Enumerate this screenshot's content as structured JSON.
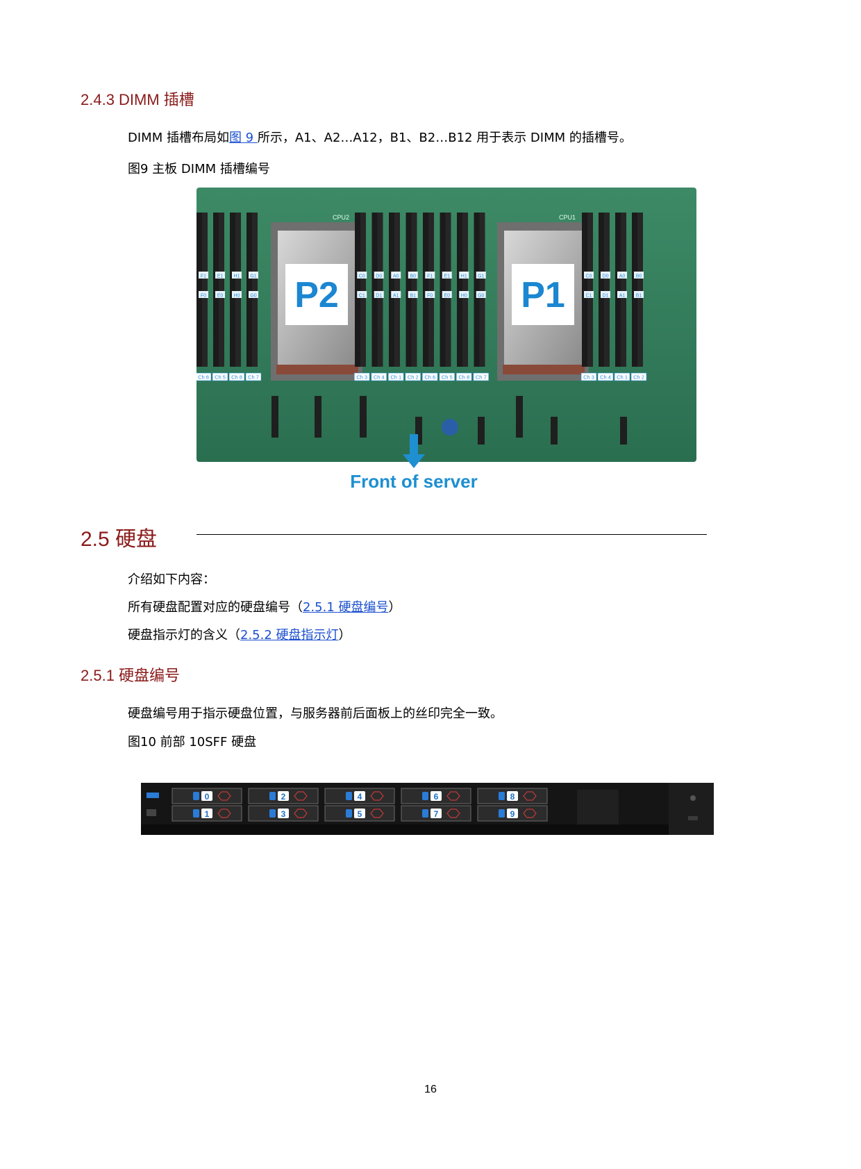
{
  "sec_243": {
    "title": "2.4.3  DIMM 插槽"
  },
  "para_243": {
    "pre": "DIMM 插槽布局如",
    "link": "图 9 ",
    "post": "所示，A1、A2…A12，B1、B2…B12 用于表示 DIMM 的插槽号。"
  },
  "fig9": {
    "caption": "图9 主板 DIMM 插槽编号",
    "cpu_labels": [
      "P2",
      "P1"
    ],
    "cpu_silk": [
      "CPU2",
      "CPU1"
    ],
    "slot_labels": {
      "left_top": [
        "F1",
        "E1",
        "H1",
        "G1"
      ],
      "left_bot": [
        "F0",
        "E0",
        "H0",
        "G0"
      ],
      "mid_top": [
        "C0",
        "D0",
        "A0",
        "B0",
        "F1",
        "E1",
        "H1",
        "G1"
      ],
      "mid_bot": [
        "C1",
        "D1",
        "A1",
        "B1",
        "F0",
        "E0",
        "H0",
        "G0"
      ],
      "right_top": [
        "C0",
        "D0",
        "A0",
        "B0"
      ],
      "right_bot": [
        "C1",
        "D1",
        "A1",
        "B1"
      ]
    },
    "channels": {
      "left": [
        "Ch 6",
        "Ch 5",
        "Ch 8",
        "Ch 7"
      ],
      "mid": [
        "Ch 3",
        "Ch 4",
        "Ch 1",
        "Ch 2",
        "Ch 6",
        "Ch 5",
        "Ch 8",
        "Ch 7"
      ],
      "right": [
        "Ch 3",
        "Ch 4",
        "Ch 1",
        "Ch 2"
      ]
    },
    "arrow_label": "Front of server",
    "colors": {
      "board": "#2f7a5a",
      "dimm": "#1c1c1c",
      "label": "#2a8fd6",
      "arrow": "#1e8fd1"
    }
  },
  "sec_25": {
    "title": "2.5  硬盘"
  },
  "para_25": {
    "intro": "介绍如下内容：",
    "item1_pre": "所有硬盘配置对应的硬盘编号（",
    "item1_link": "2.5.1 硬盘编号",
    "item1_post": "）",
    "item2_pre": "硬盘指示灯的含义（",
    "item2_link": "2.5.2 硬盘指示灯",
    "item2_post": "）"
  },
  "sec_251": {
    "title": "2.5.1  硬盘编号"
  },
  "para_251": {
    "text": "硬盘编号用于指示硬盘位置，与服务器前后面板上的丝印完全一致。"
  },
  "fig10": {
    "caption": "图10 前部 10SFF 硬盘",
    "drives_top": [
      "0",
      "2",
      "4",
      "6",
      "8"
    ],
    "drives_bottom": [
      "1",
      "3",
      "5",
      "7",
      "9"
    ]
  },
  "page": {
    "number": "16"
  }
}
